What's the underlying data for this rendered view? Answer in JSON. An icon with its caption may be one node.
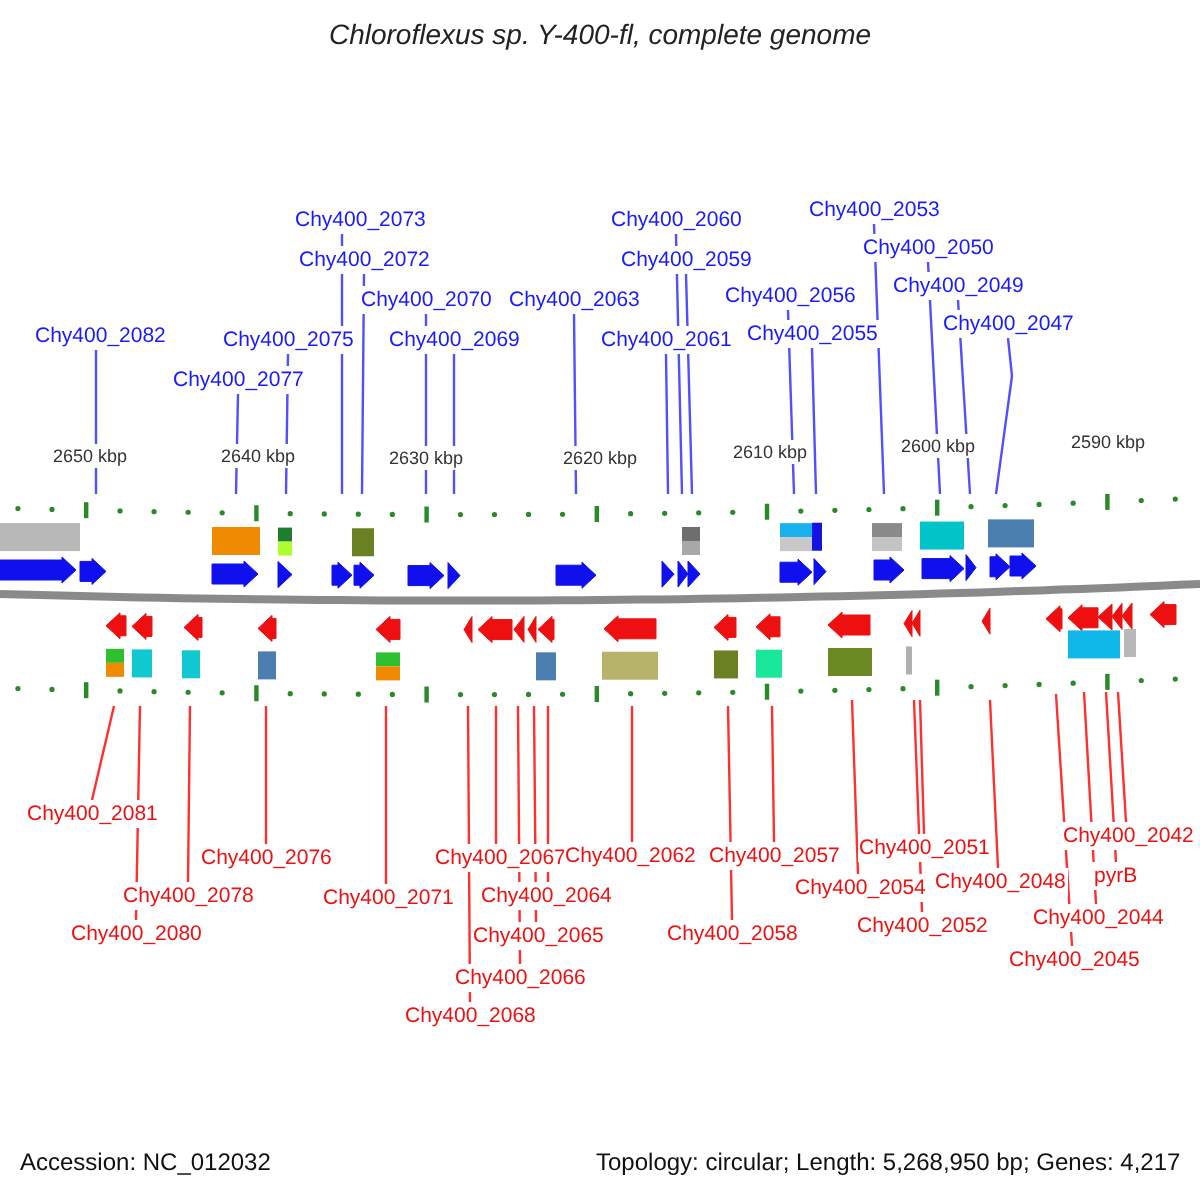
{
  "diagram": {
    "title": "Chloroflexus sp. Y-400-fl, complete genome",
    "nodes": [
      {
        "text": [
          "Chy400_2082"
        ]
      },
      {
        "text": [
          "Chy400_2077"
        ]
      },
      {
        "text": [
          "Chy400_2075"
        ]
      },
      {
        "text": [
          "Chy400_2073"
        ]
      },
      {
        "text": [
          "Chy400_2072"
        ]
      },
      {
        "text": [
          "Chy400_2070"
        ]
      },
      {
        "text": [
          "Chy400_2069"
        ]
      },
      {
        "text": [
          "Chy400_2063"
        ]
      },
      {
        "text": [
          "Chy400_2061"
        ]
      },
      {
        "text": [
          "Chy400_2060"
        ]
      },
      {
        "text": [
          "Chy400_2059"
        ]
      },
      {
        "text": [
          "Chy400_2056"
        ]
      },
      {
        "text": [
          "Chy400_2055"
        ]
      },
      {
        "text": [
          "Chy400_2053"
        ]
      },
      {
        "text": [
          "Chy400_2050"
        ]
      },
      {
        "text": [
          "Chy400_2049"
        ]
      },
      {
        "text": [
          "Chy400_2047"
        ]
      },
      {
        "text": [
          "Chy400_2081"
        ]
      },
      {
        "text": [
          "Chy400_2080"
        ]
      },
      {
        "text": [
          "Chy400_2078"
        ]
      },
      {
        "text": [
          "Chy400_2076"
        ]
      },
      {
        "text": [
          "Chy400_2071"
        ]
      },
      {
        "text": [
          "Chy400_2068"
        ]
      },
      {
        "text": [
          "Chy400_2067"
        ]
      },
      {
        "text": [
          "Chy400_2066"
        ]
      },
      {
        "text": [
          "Chy400_2065"
        ]
      },
      {
        "text": [
          "Chy400_2064"
        ]
      },
      {
        "text": [
          "Chy400_2062"
        ]
      },
      {
        "text": [
          "Chy400_2058"
        ]
      },
      {
        "text": [
          "Chy400_2057"
        ]
      },
      {
        "text": [
          "Chy400_2054"
        ]
      },
      {
        "text": [
          "Chy400_2052"
        ]
      },
      {
        "text": [
          "Chy400_2051"
        ]
      },
      {
        "text": [
          "Chy400_2048"
        ]
      },
      {
        "text": [
          "Chy400_2045"
        ]
      },
      {
        "text": [
          "Chy400_2044"
        ]
      },
      {
        "text": [
          "pyrB"
        ]
      },
      {
        "text": [
          "Chy400_2042"
        ]
      }
    ],
    "edges": [
      {
        "from": 0,
        "to": null,
        "arrow": "none",
        "color": "#5050ff"
      },
      {
        "from": 1,
        "to": null,
        "arrow": "none",
        "color": "#5050ff"
      },
      {
        "from": 2,
        "to": null,
        "arrow": "none",
        "color": "#5050ff"
      },
      {
        "from": 3,
        "to": null,
        "arrow": "none",
        "color": "#5050ff"
      },
      {
        "from": 4,
        "to": null,
        "arrow": "none",
        "color": "#5050ff"
      },
      {
        "from": 5,
        "to": null,
        "arrow": "none",
        "color": "#5050ff"
      },
      {
        "from": 6,
        "to": null,
        "arrow": "none",
        "color": "#5050ff"
      },
      {
        "from": 7,
        "to": null,
        "arrow": "none",
        "color": "#5050ff"
      },
      {
        "from": 8,
        "to": null,
        "arrow": "none",
        "color": "#5050ff"
      },
      {
        "from": 9,
        "to": null,
        "arrow": "none",
        "color": "#5050ff"
      },
      {
        "from": 10,
        "to": null,
        "arrow": "none",
        "color": "#5050ff"
      },
      {
        "from": 11,
        "to": null,
        "arrow": "none",
        "color": "#5050ff"
      },
      {
        "from": 12,
        "to": null,
        "arrow": "none",
        "color": "#5050ff"
      },
      {
        "from": 13,
        "to": null,
        "arrow": "none",
        "color": "#5050ff"
      },
      {
        "from": 14,
        "to": null,
        "arrow": "none",
        "color": "#5050ff"
      },
      {
        "from": 15,
        "to": null,
        "arrow": "none",
        "color": "#5050ff"
      },
      {
        "from": 16,
        "to": null,
        "arrow": "none",
        "color": "#5050ff"
      },
      {
        "from": 17,
        "to": null,
        "arrow": "none"
      },
      {
        "from": 18,
        "to": null,
        "arrow": "none"
      },
      {
        "from": 19,
        "to": null,
        "arrow": "none"
      },
      {
        "from": 20,
        "to": null,
        "arrow": "none"
      },
      {
        "from": 21,
        "to": null,
        "arrow": "none"
      },
      {
        "from": 22,
        "to": null,
        "arrow": "none"
      },
      {
        "from": 23,
        "to": null,
        "arrow": "none"
      },
      {
        "from": 24,
        "to": null,
        "arrow": "none"
      },
      {
        "from": 25,
        "to": null,
        "arrow": "none"
      },
      {
        "from": 26,
        "to": null,
        "arrow": "none"
      },
      {
        "from": 27,
        "to": null,
        "arrow": "none"
      },
      {
        "from": 28,
        "to": null,
        "arrow": "none"
      },
      {
        "from": 29,
        "to": null,
        "arrow": "none"
      },
      {
        "from": 30,
        "to": null,
        "arrow": "none"
      },
      {
        "from": 31,
        "to": null,
        "arrow": "none"
      },
      {
        "from": 32,
        "to": null,
        "arrow": "none"
      },
      {
        "from": 33,
        "to": null,
        "arrow": "none"
      },
      {
        "from": 34,
        "to": null,
        "arrow": "none"
      },
      {
        "from": 35,
        "to": null,
        "arrow": "none"
      },
      {
        "from": 36,
        "to": null,
        "arrow": "none"
      },
      {
        "from": 37,
        "to": null,
        "arrow": "none"
      }
    ],
    "labels": [
      "2650 kbp",
      "2640 kbp",
      "2630 kbp",
      "2620 kbp",
      "2610 kbp",
      "2600 kbp",
      "2590 kbp",
      "Accession: NC_012032",
      "Topology: circular; Length: 5,268,950 bp; Genes: 4,217"
    ]
  }
}
